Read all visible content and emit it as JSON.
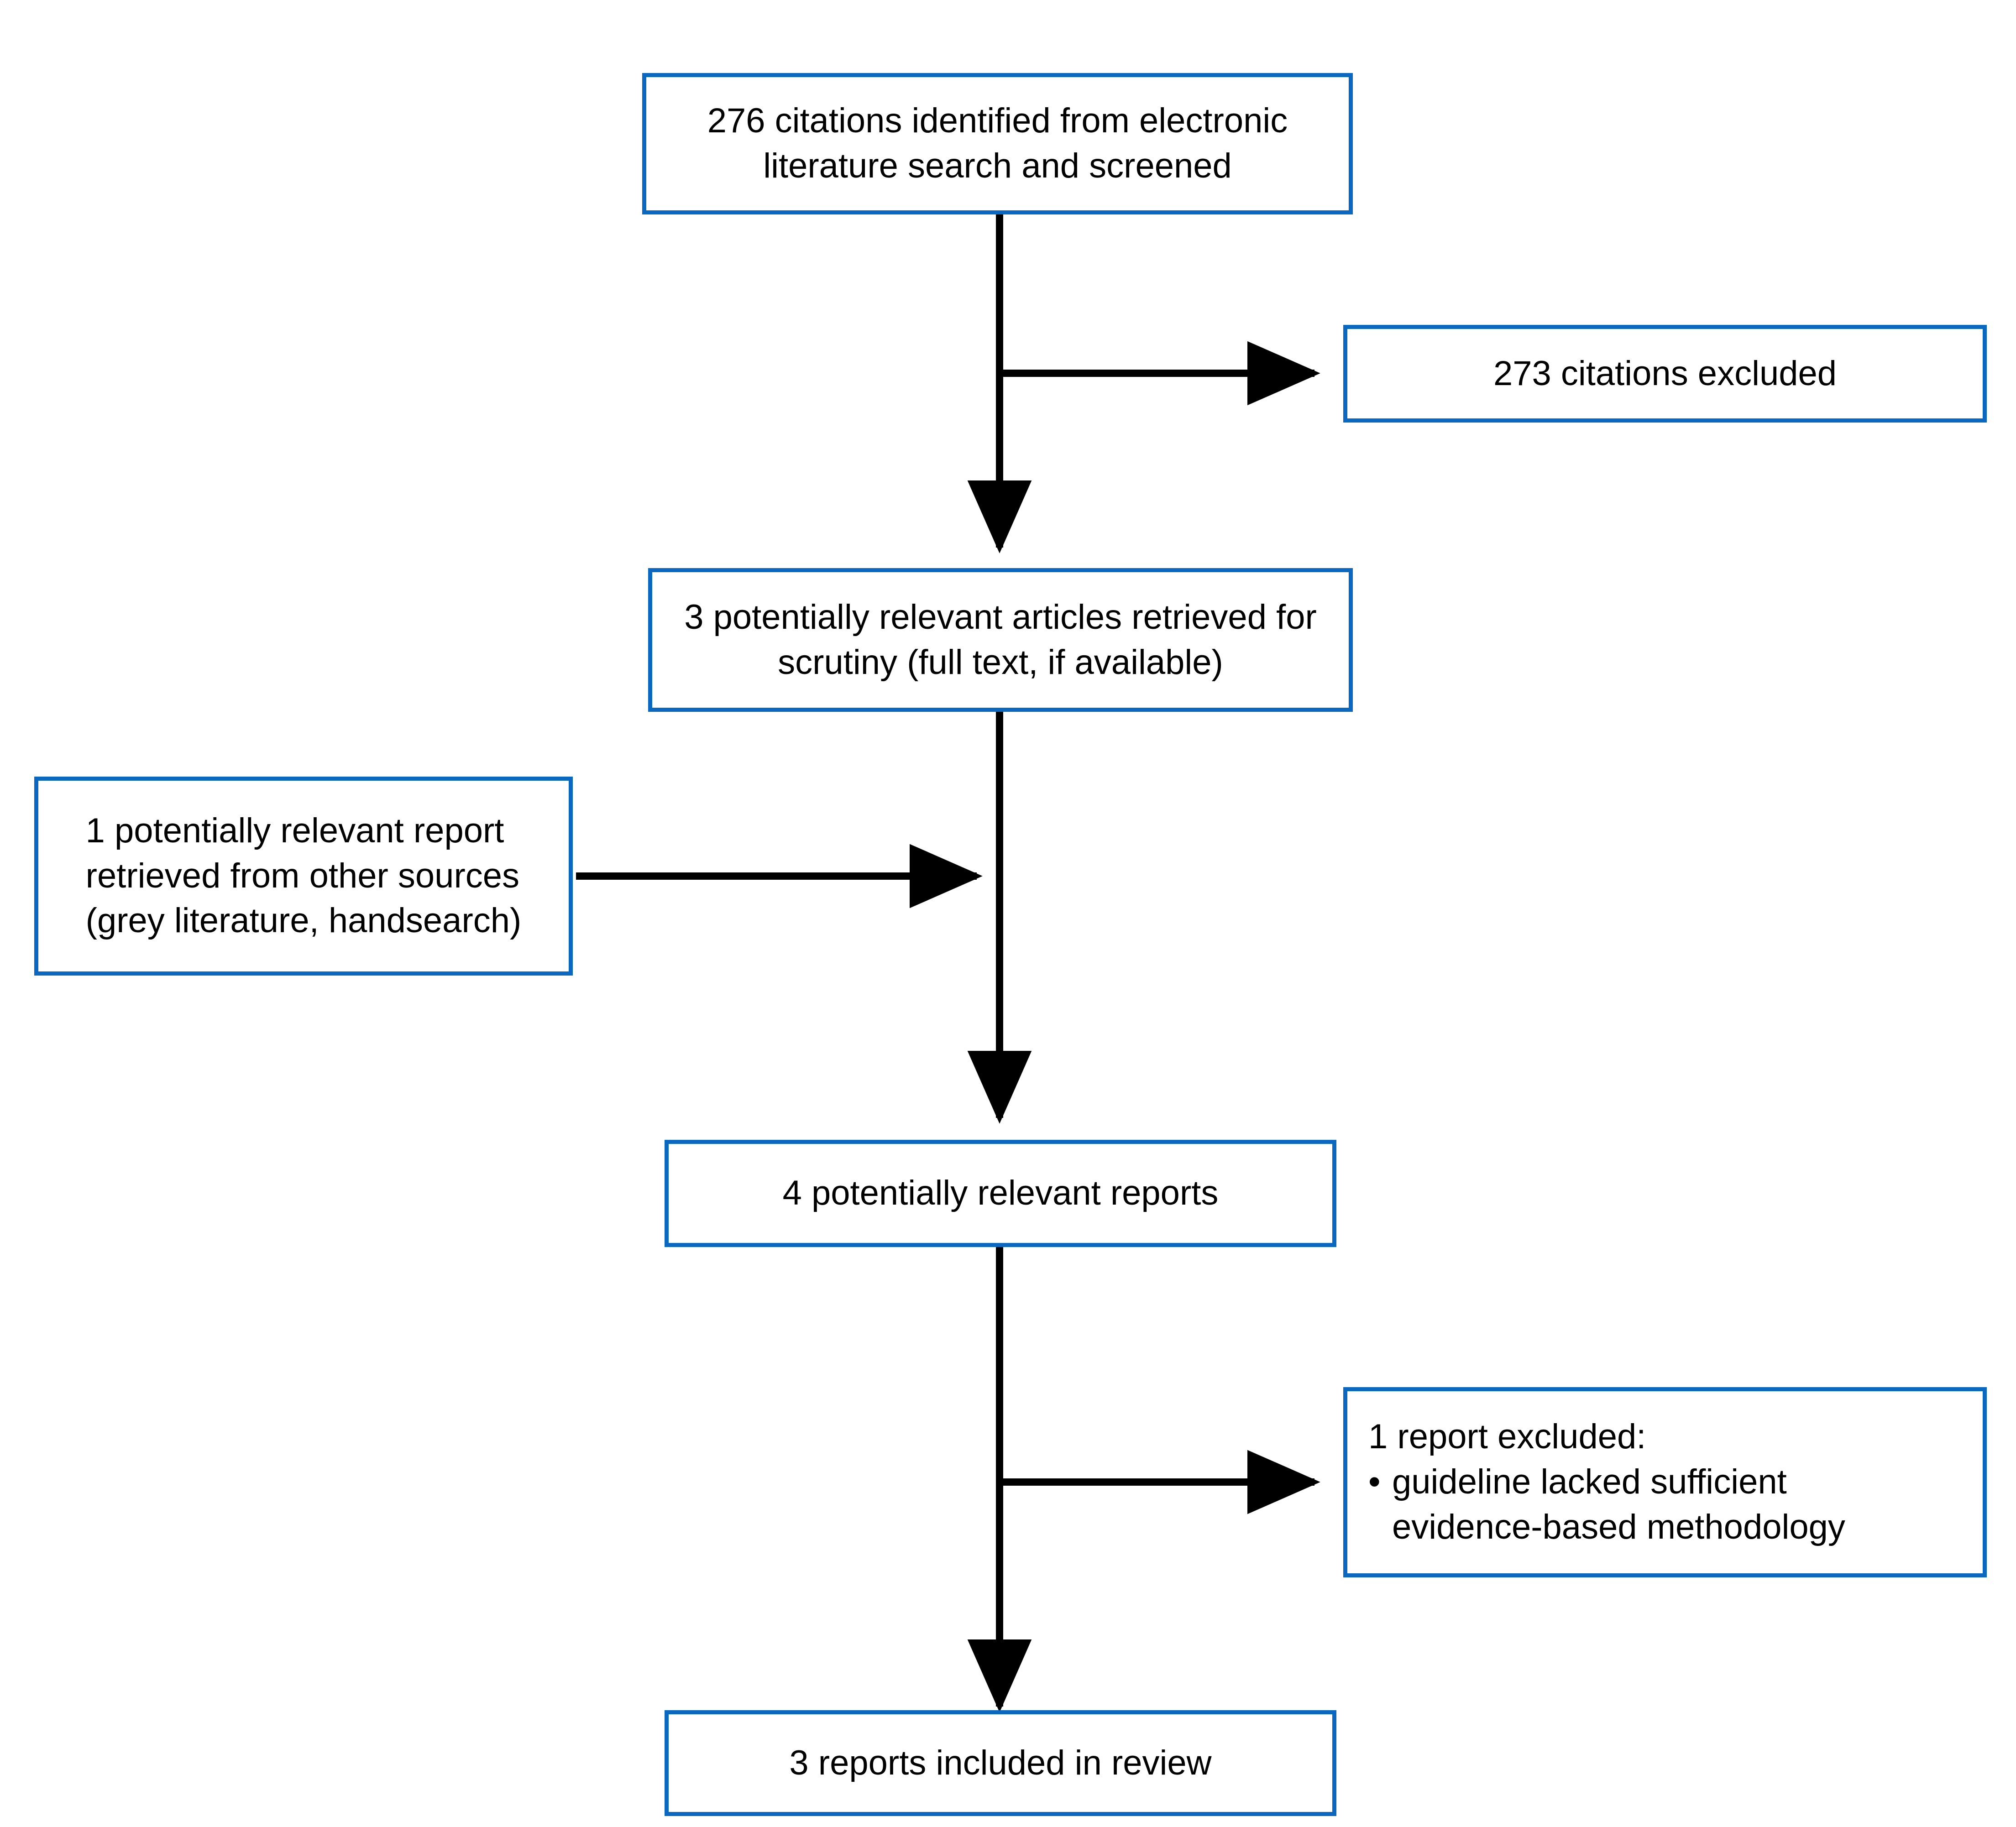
{
  "diagram": {
    "type": "prisma-study-selection-flow",
    "accent_color": "#0b68c0",
    "connector_color": "#000000",
    "background_color": "#ffffff",
    "nodes": {
      "identified": {
        "label": "276 citations identified from electronic\nliterature search and screened",
        "count": 276
      },
      "citations_excluded": {
        "label": "273 citations excluded",
        "count": 273
      },
      "retrieved": {
        "label": "3 potentially relevant articles retrieved for\nscrutiny (full text, if available)",
        "count": 3
      },
      "other_sources": {
        "label": "1 potentially relevant report\nretrieved from other sources\n(grey literature, handsearch)",
        "count": 1
      },
      "potentially_relevant_reports": {
        "label": "4 potentially relevant reports",
        "count": 4
      },
      "reports_excluded": {
        "heading": "1 report excluded:",
        "count": 1,
        "items": [
          "guideline lacked sufficient\nevidence-based methodology"
        ],
        "bullet_glyph": "•"
      },
      "included": {
        "label": "3 reports included in review",
        "count": 3
      }
    },
    "connectors": [
      {
        "name": "identified-to-retrieved",
        "from": "identified",
        "to": "retrieved",
        "direction": "down"
      },
      {
        "name": "identified-to-citations-excluded",
        "from": "identified",
        "to": "citations_excluded",
        "direction": "right"
      },
      {
        "name": "retrieved-to-reports",
        "from": "retrieved",
        "to": "potentially_relevant_reports",
        "direction": "down"
      },
      {
        "name": "other-sources-to-trunk",
        "from": "other_sources",
        "to": "potentially_relevant_reports",
        "direction": "right"
      },
      {
        "name": "reports-to-included",
        "from": "potentially_relevant_reports",
        "to": "included",
        "direction": "down"
      },
      {
        "name": "reports-to-reports-excluded",
        "from": "potentially_relevant_reports",
        "to": "reports_excluded",
        "direction": "right"
      }
    ]
  }
}
